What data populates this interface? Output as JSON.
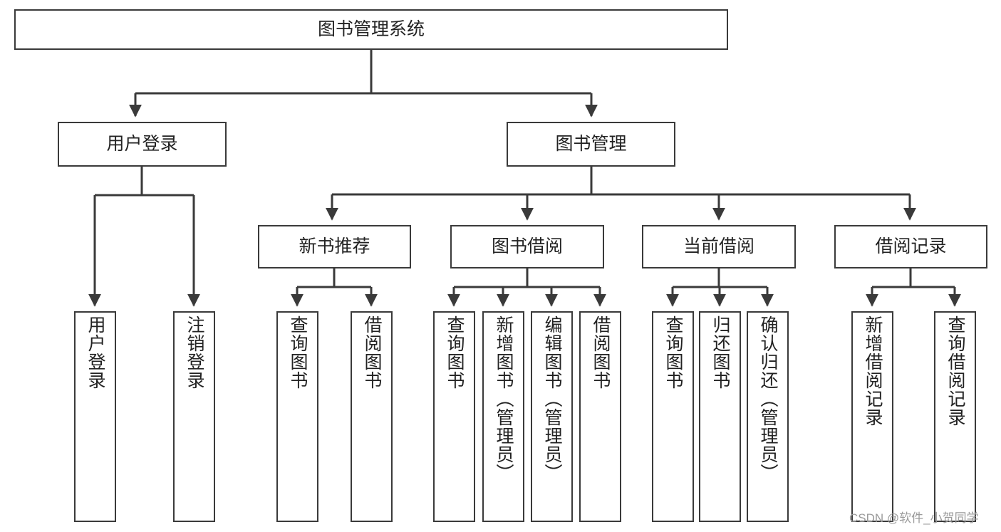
{
  "diagram": {
    "type": "tree",
    "title": "图书管理系统",
    "orientation": "top-down",
    "edge_color": "#3a3a3a",
    "node_border_color": "#3a3a3a",
    "node_fill_color": "#ffffff",
    "text_color": "#222222",
    "nodes": {
      "root": {
        "label": "图书管理系统"
      },
      "level2": [
        {
          "label": "用户登录"
        },
        {
          "label": "图书管理"
        }
      ],
      "level3": [
        {
          "label": "新书推荐"
        },
        {
          "label": "图书借阅"
        },
        {
          "label": "当前借阅"
        },
        {
          "label": "借阅记录"
        }
      ],
      "leaves": {
        "user_login": [
          {
            "label": "用户登录"
          },
          {
            "label": "注销登录"
          }
        ],
        "new_book_recommend": [
          {
            "label": "查询图书"
          },
          {
            "label": "借阅图书"
          }
        ],
        "book_borrow": [
          {
            "label": "查询图书"
          },
          {
            "label": "新增图书（管理员）"
          },
          {
            "label": "编辑图书（管理员）"
          },
          {
            "label": "借阅图书"
          }
        ],
        "current_borrow": [
          {
            "label": "查询图书"
          },
          {
            "label": "归还图书"
          },
          {
            "label": "确认归还（管理员）"
          }
        ],
        "borrow_record": [
          {
            "label": "新增借阅记录"
          },
          {
            "label": "查询借阅记录"
          }
        ]
      }
    }
  },
  "watermark": {
    "text": "CSDN @软件_小贺同学"
  }
}
